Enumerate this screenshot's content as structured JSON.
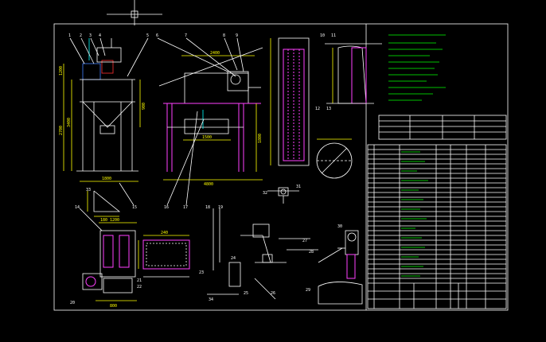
{
  "balloons": [
    "1",
    "2",
    "3",
    "4",
    "5",
    "6",
    "7",
    "8",
    "9",
    "10",
    "11",
    "12",
    "13",
    "14",
    "15",
    "16",
    "17",
    "18",
    "19",
    "20",
    "21",
    "22",
    "23",
    "24",
    "25",
    "26",
    "27",
    "28",
    "29",
    "30",
    "31",
    "32",
    "33",
    "34"
  ],
  "dims": {
    "front_w": "1800",
    "front_h1": "1200",
    "front_h2": "2700",
    "front_h3": "3400",
    "front_h4": "900",
    "mid_w": "2400",
    "mid_w2": "1500",
    "mid_h": "1800",
    "bot_w": "4800",
    "small_a": "180",
    "small_b": "240",
    "small_c": "800",
    "small_d": "1200"
  },
  "colors": {
    "background": "#000000",
    "frame": "#ffffff",
    "dimension": "#ffff00",
    "text": "#00ff00",
    "outline": "#ff40ff",
    "detail": "#00ffff"
  }
}
